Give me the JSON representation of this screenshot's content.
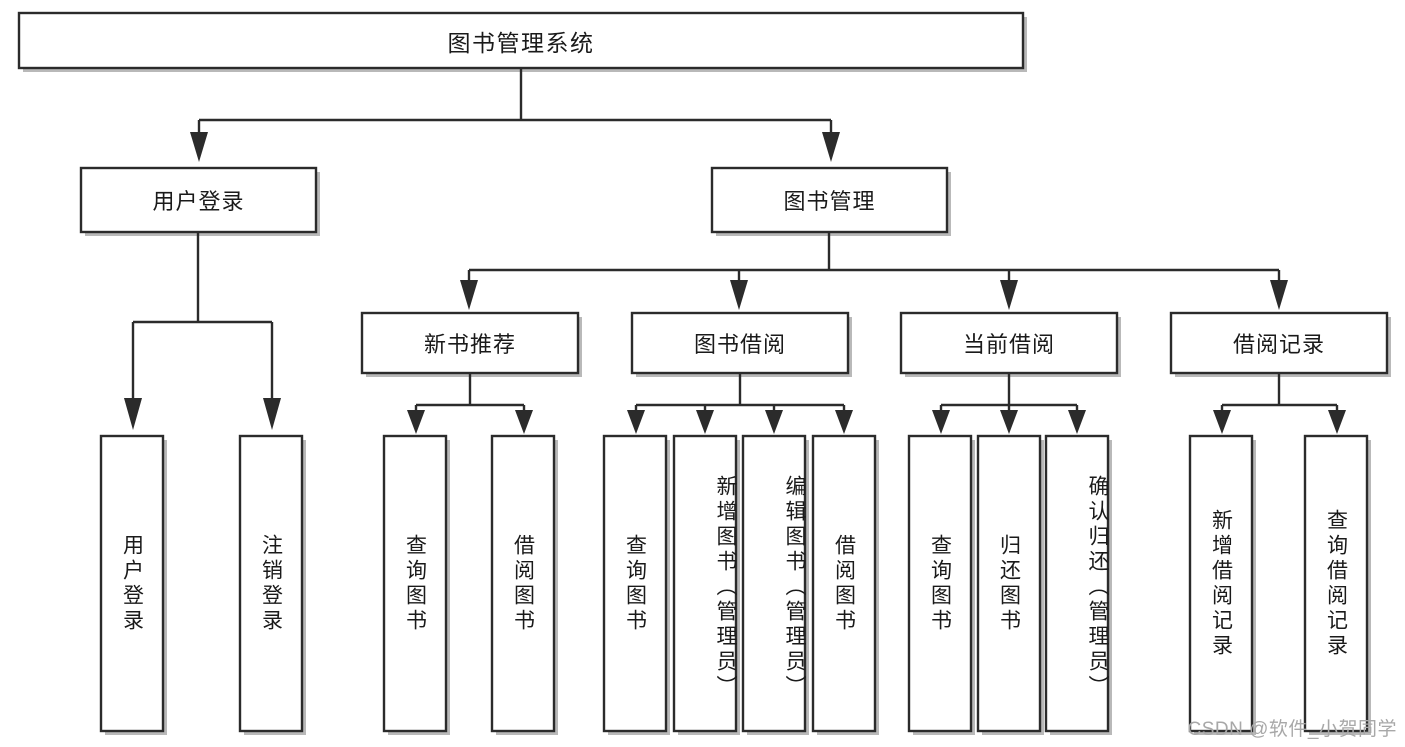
{
  "diagram": {
    "title": "图书管理系统",
    "watermark": "CSDN @软件_小贺同学",
    "colors": {
      "stroke": "#2b2b2b",
      "fill": "#ffffff",
      "shadow": "#b9b9b9",
      "text": "#1a1a1a",
      "watermark": "#a8a8a8"
    },
    "nodes": {
      "root": {
        "label": "图书管理系统"
      },
      "level2": [
        {
          "label": "用户登录"
        },
        {
          "label": "图书管理"
        }
      ],
      "level3": [
        {
          "label": "新书推荐"
        },
        {
          "label": "图书借阅"
        },
        {
          "label": "当前借阅"
        },
        {
          "label": "借阅记录"
        }
      ],
      "leaves": {
        "user_login": [
          {
            "label": "用户登录"
          },
          {
            "label": "注销登录"
          }
        ],
        "new_book": [
          {
            "label": "查询图书"
          },
          {
            "label": "借阅图书"
          }
        ],
        "book_borrow": [
          {
            "label": "查询图书"
          },
          {
            "label": "新增图书（管理员）"
          },
          {
            "label": "编辑图书（管理员）"
          },
          {
            "label": "借阅图书"
          }
        ],
        "current_borrow": [
          {
            "label": "查询图书"
          },
          {
            "label": "归还图书"
          },
          {
            "label": "确认归还（管理员）"
          }
        ],
        "borrow_record": [
          {
            "label": "新增借阅记录"
          },
          {
            "label": "查询借阅记录"
          }
        ]
      }
    }
  }
}
